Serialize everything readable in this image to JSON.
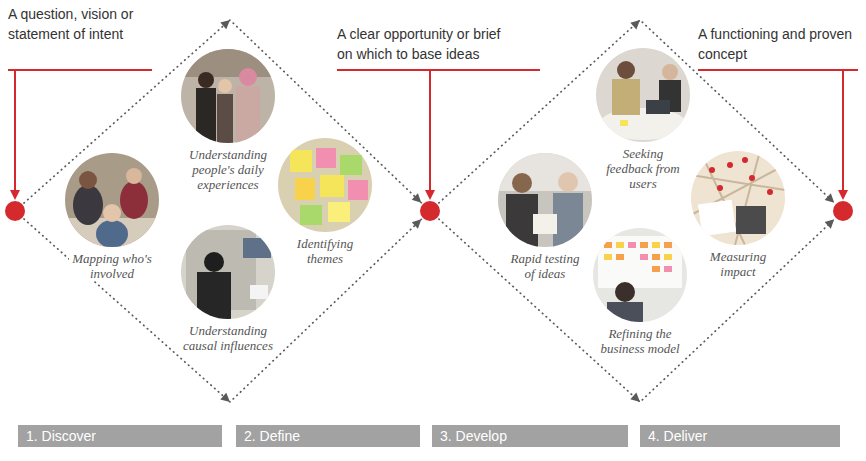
{
  "diagram": {
    "nodes": [
      {
        "text": [
          "A question, vision or statement of intent"
        ]
      },
      {
        "text": [
          "Mapping who's involved"
        ]
      },
      {
        "text": [
          "Understanding people's daily experiences"
        ]
      },
      {
        "text": [
          "Understanding causal influences"
        ]
      },
      {
        "text": [
          "Identifying themes"
        ]
      },
      {
        "text": [
          "A clear opportunity or brief on which to base ideas"
        ]
      },
      {
        "text": [
          "Rapid testing of ideas"
        ]
      },
      {
        "text": [
          "Seeking feedback from users"
        ]
      },
      {
        "text": [
          "Refining the business model"
        ]
      },
      {
        "text": [
          "Measuring impact"
        ]
      },
      {
        "text": [
          "A functioning and proven concept"
        ]
      },
      {
        "text": [
          "1. Discover"
        ]
      },
      {
        "text": [
          "2. Define"
        ]
      },
      {
        "text": [
          "3. Develop"
        ]
      },
      {
        "text": [
          "4. Deliver"
        ]
      }
    ],
    "edges": [
      {
        "from": 0,
        "to": 5,
        "arrow": "to"
      },
      {
        "from": 0,
        "to": 5,
        "arrow": "to"
      },
      {
        "from": 5,
        "to": 10,
        "arrow": "to"
      },
      {
        "from": 5,
        "to": 10,
        "arrow": "to"
      }
    ]
  }
}
